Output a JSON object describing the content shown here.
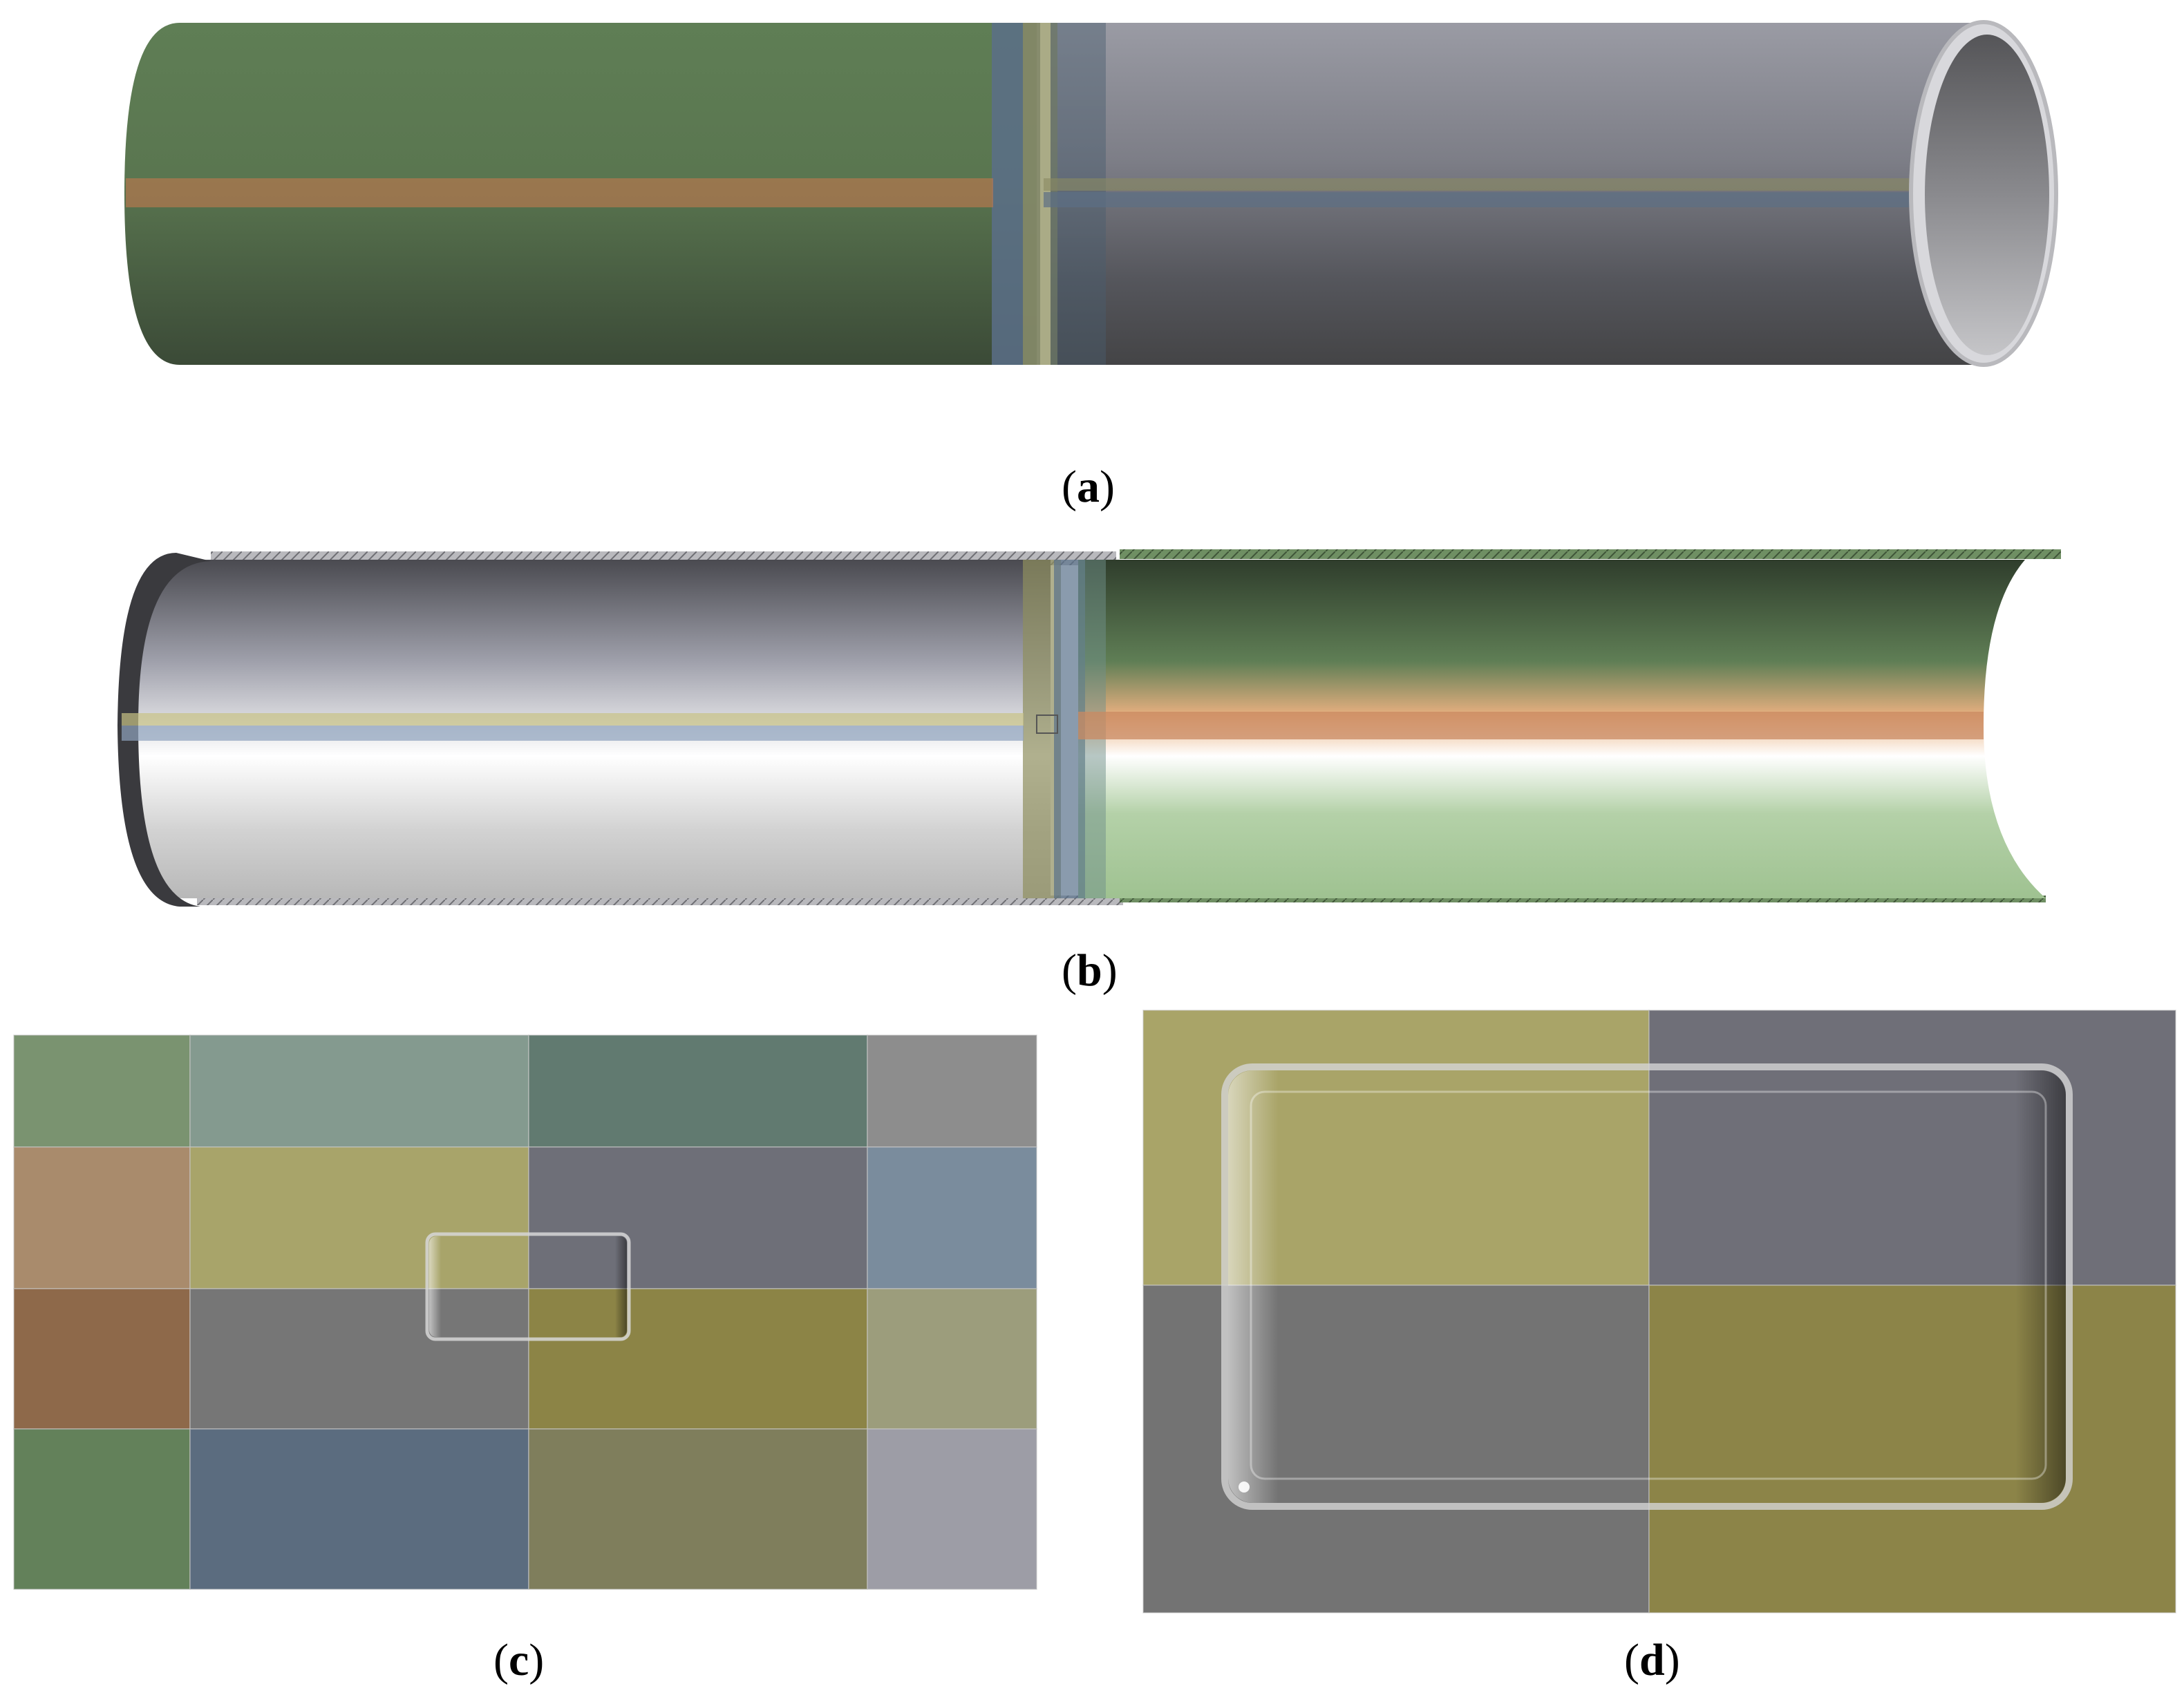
{
  "panels": [
    {
      "id": "a",
      "caption_open": "(",
      "caption_letter": "a",
      "caption_close": ")"
    },
    {
      "id": "b",
      "caption_open": "(",
      "caption_letter": "b",
      "caption_close": ")"
    },
    {
      "id": "c",
      "caption_open": "(",
      "caption_letter": "c",
      "caption_close": ")"
    },
    {
      "id": "d",
      "caption_open": "(",
      "caption_letter": "d",
      "caption_close": ")"
    }
  ],
  "colors": {
    "composite_green": "#5e7a52",
    "steel_grey": "#8f9099",
    "orange_strip": "#b5774f",
    "blue_band": "#5a6f88",
    "yellow_band": "#9a9a5a",
    "inner_light": "#f2f3f5",
    "inner_green": "#a6c79a"
  },
  "panel_c_tiles": [
    [
      "#7a9370",
      "#849a8f",
      "#617a70",
      "#8d8d8d"
    ],
    [
      "#a98b6c",
      "#a8a46a",
      "#6e6f78",
      "#7a8c9d"
    ],
    [
      "#8e694a",
      "#767676",
      "#8c8446",
      "#9c9d7c"
    ],
    [
      "#63815a",
      "#5b6c7f",
      "#7f7e5c",
      "#9d9da6"
    ]
  ],
  "panel_d_tiles": [
    [
      "#a9a468",
      "#6f6f78"
    ],
    [
      "#737373",
      "#8c8448"
    ]
  ]
}
